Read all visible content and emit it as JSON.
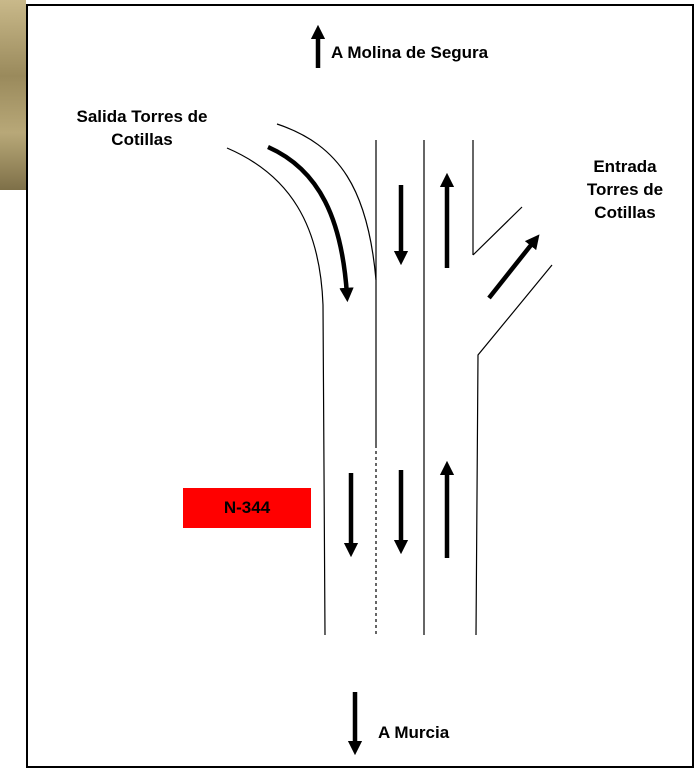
{
  "labels": {
    "north_destination": "A Molina de Segura",
    "exit_line1": "Salida Torres de",
    "exit_line2": "Cotillas",
    "entry_line1": "Entrada",
    "entry_line2": "Torres de",
    "entry_line3": "Cotillas",
    "south_destination": "A Murcia"
  },
  "road_badge": {
    "text": "N-344",
    "color": "#ff0000"
  }
}
